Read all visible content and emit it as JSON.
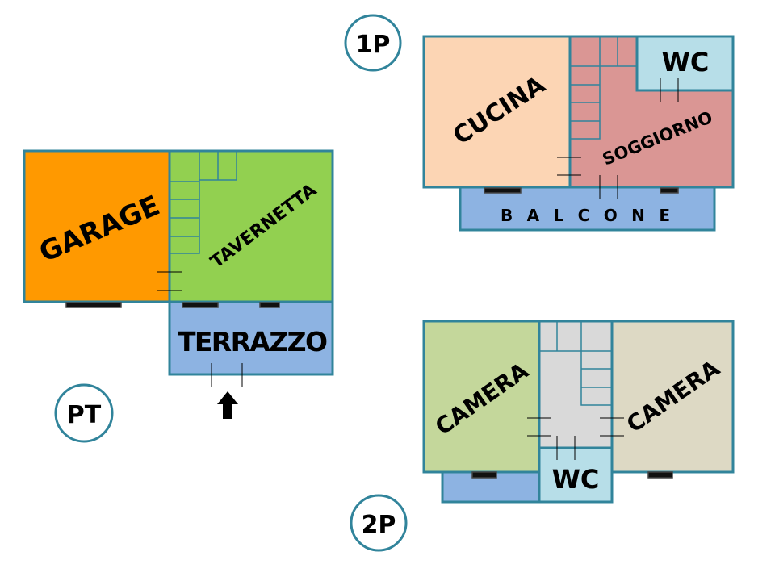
{
  "floors": {
    "pt": {
      "label": "PT",
      "rooms": {
        "garage": "GARAGE",
        "tavernetta": "TAVERNETTA",
        "terrazzo": "TERRAZZO"
      }
    },
    "p1": {
      "label": "1P",
      "rooms": {
        "cucina": "CUCINA",
        "soggiorno": "SOGGIORNO",
        "wc": "WC",
        "balcone": "B A L C O N E"
      }
    },
    "p2": {
      "label": "2P",
      "rooms": {
        "camera_left": "CAMERA",
        "camera_right": "CAMERA",
        "wc": "WC"
      }
    }
  },
  "colors": {
    "garage": "#ff9900",
    "tavernetta": "#92d050",
    "terrazzo": "#8db3e2",
    "cucina": "#fcd5b4",
    "soggiorno": "#da9694",
    "wc": "#b7dee8",
    "camera_left": "#c4d79b",
    "camera_right": "#ddd9c4",
    "hall": "#d9d9d9",
    "wall": "#31849b"
  },
  "icons": {
    "entrance": "arrow-up-icon"
  }
}
